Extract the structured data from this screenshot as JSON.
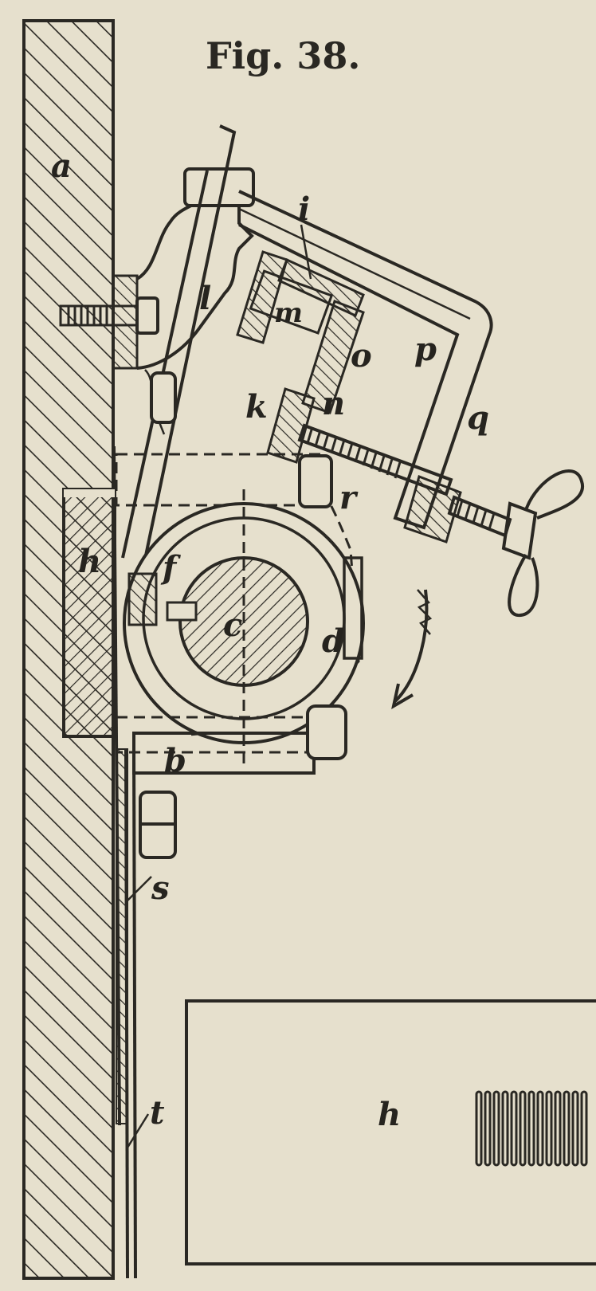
{
  "figure": {
    "caption": "Fig. 38.",
    "colors": {
      "paper": "#e6e0cd",
      "ink": "#2a2823"
    },
    "labels": {
      "a": "a",
      "b": "b",
      "c": "c",
      "d": "d",
      "f": "f",
      "h_left": "h",
      "h_box": "h",
      "i": "i",
      "k": "k",
      "l": "l",
      "m": "m",
      "n": "n",
      "o": "o",
      "p": "p",
      "q": "q",
      "r": "r",
      "s": "s",
      "t": "t"
    }
  }
}
